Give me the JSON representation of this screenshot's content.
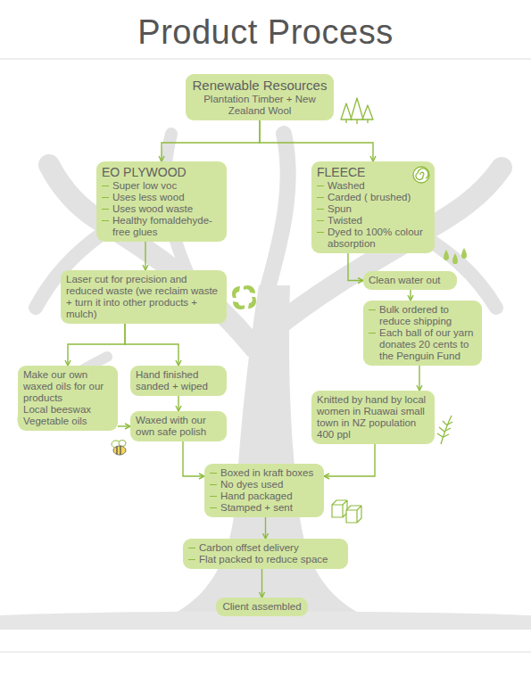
{
  "diagram": {
    "title": "Product Process",
    "nodes": [
      {
        "text": [
          "Renewable Resources",
          "Plantation Timber + New Zealand Wool"
        ]
      },
      {
        "text": [
          "EO PLYWOOD",
          "Super low voc",
          "Uses less wood",
          "Uses wood waste",
          "Healthy fomaldehyde- free glues"
        ]
      },
      {
        "text": [
          "FLEECE",
          "Washed",
          "Carded ( brushed)",
          "Spun",
          "Twisted",
          "Dyed to 100% colour absorption"
        ]
      },
      {
        "text": [
          "Laser cut for precision and reduced waste (we reclaim waste + turn it into other products + mulch)"
        ]
      },
      {
        "text": [
          "Clean water out"
        ]
      },
      {
        "text": [
          "Bulk ordered to reduce shipping",
          "Each ball of our yarn donates 20 cents to the Penguin Fund"
        ]
      },
      {
        "text": [
          "Make our own waxed oils for our products",
          "Local beeswax",
          "Vegetable oils"
        ]
      },
      {
        "text": [
          "Hand finished sanded + wiped"
        ]
      },
      {
        "text": [
          "Waxed with our own safe polish"
        ]
      },
      {
        "text": [
          "Knitted by hand by local women in Ruawai small town in NZ population 400 ppl"
        ]
      },
      {
        "text": [
          "Boxed in kraft boxes",
          "No dyes used",
          "Hand packaged",
          "Stamped + sent"
        ]
      },
      {
        "text": [
          "Carbon offset delivery",
          "Flat packed to reduce space"
        ]
      },
      {
        "text": [
          "Client assembled"
        ]
      }
    ],
    "edges": [
      {
        "from": 0,
        "to": 1,
        "arrow": "to"
      },
      {
        "from": 0,
        "to": 2,
        "arrow": "to"
      },
      {
        "from": 1,
        "to": 3,
        "arrow": "to"
      },
      {
        "from": 2,
        "to": 4,
        "arrow": "to"
      },
      {
        "from": 4,
        "to": 5,
        "arrow": "to"
      },
      {
        "from": 3,
        "to": 6,
        "arrow": "to"
      },
      {
        "from": 3,
        "to": 7,
        "arrow": "to"
      },
      {
        "from": 6,
        "to": 8,
        "arrow": "to"
      },
      {
        "from": 7,
        "to": 8,
        "arrow": "to"
      },
      {
        "from": 5,
        "to": 9,
        "arrow": "to"
      },
      {
        "from": 8,
        "to": 10,
        "arrow": "to"
      },
      {
        "from": 9,
        "to": 10,
        "arrow": "to"
      },
      {
        "from": 10,
        "to": 11,
        "arrow": "to"
      },
      {
        "from": 11,
        "to": 12,
        "arrow": "to"
      }
    ]
  }
}
